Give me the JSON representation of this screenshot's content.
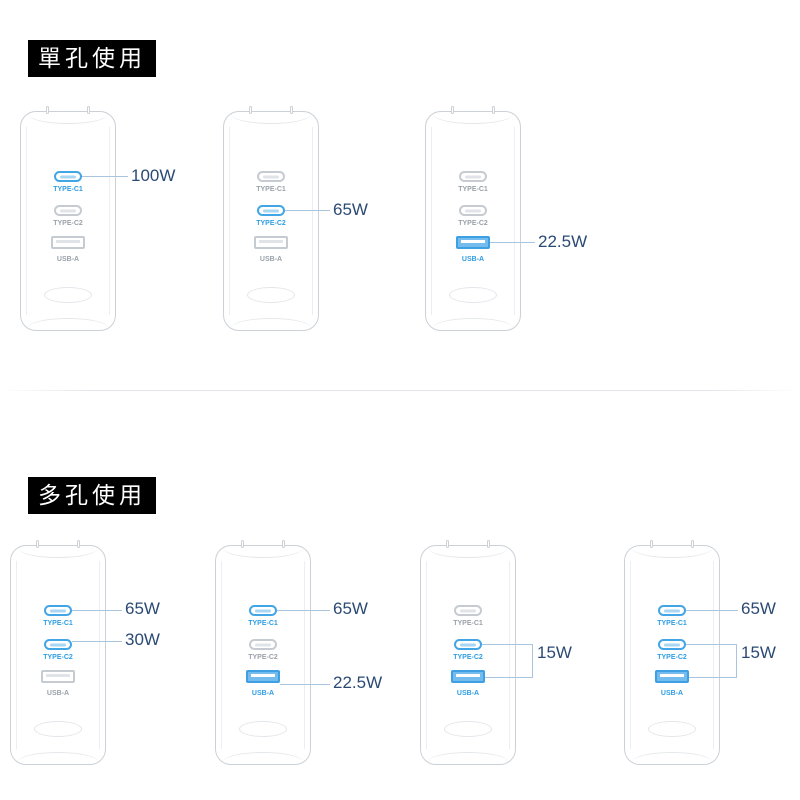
{
  "colors": {
    "active_port_blue": "#42a5e5",
    "active_label_blue": "#2f9de2",
    "inactive_gray": "#c6cbd1",
    "wattage_navy": "#2b4a73",
    "callout_line": "#a9c4de",
    "header_bg": "#000000",
    "header_text": "#ffffff"
  },
  "sections": {
    "single": {
      "title": "單孔使用",
      "chargers": [
        {
          "ports": {
            "c1": {
              "label": "TYPE-C1",
              "active": true
            },
            "c2": {
              "label": "TYPE-C2",
              "active": false
            },
            "a": {
              "label": "USB-A",
              "active": false
            }
          },
          "callouts": {
            "c1": "100W"
          }
        },
        {
          "ports": {
            "c1": {
              "label": "TYPE-C1",
              "active": false
            },
            "c2": {
              "label": "TYPE-C2",
              "active": true
            },
            "a": {
              "label": "USB-A",
              "active": false
            }
          },
          "callouts": {
            "c2": "65W"
          }
        },
        {
          "ports": {
            "c1": {
              "label": "TYPE-C1",
              "active": false
            },
            "c2": {
              "label": "TYPE-C2",
              "active": false
            },
            "a": {
              "label": "USB-A",
              "active": true
            }
          },
          "callouts": {
            "a": "22.5W"
          }
        }
      ]
    },
    "multi": {
      "title": "多孔使用",
      "chargers": [
        {
          "ports": {
            "c1": {
              "label": "TYPE-C1",
              "active": true
            },
            "c2": {
              "label": "TYPE-C2",
              "active": true
            },
            "a": {
              "label": "USB-A",
              "active": false
            }
          },
          "callouts": {
            "c1": "65W",
            "c2": "30W"
          }
        },
        {
          "ports": {
            "c1": {
              "label": "TYPE-C1",
              "active": true
            },
            "c2": {
              "label": "TYPE-C2",
              "active": false
            },
            "a": {
              "label": "USB-A",
              "active": true
            }
          },
          "callouts": {
            "c1": "65W",
            "a": "22.5W"
          }
        },
        {
          "ports": {
            "c1": {
              "label": "TYPE-C1",
              "active": false
            },
            "c2": {
              "label": "TYPE-C2",
              "active": true
            },
            "a": {
              "label": "USB-A",
              "active": true
            }
          },
          "callouts": {
            "bracket": "15W"
          }
        },
        {
          "ports": {
            "c1": {
              "label": "TYPE-C1",
              "active": true
            },
            "c2": {
              "label": "TYPE-C2",
              "active": true
            },
            "a": {
              "label": "USB-A",
              "active": true
            }
          },
          "callouts": {
            "c1": "65W",
            "bracket": "15W"
          }
        }
      ]
    }
  }
}
